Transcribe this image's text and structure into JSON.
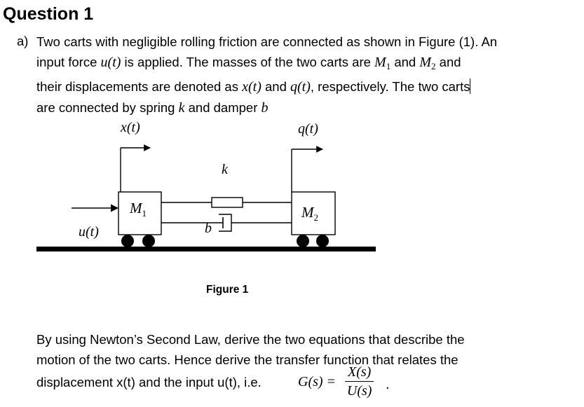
{
  "heading": "Question 1",
  "part_label": "a)",
  "para1": {
    "l1a": "Two carts with negligible rolling friction are connected as shown in Figure (1).  An",
    "l2a": "input force ",
    "l2_u": "u(t)",
    "l2b": " is applied.  The masses of the two carts are ",
    "l2_m1": "M",
    "l2_m1sub": "1",
    "l2c": " and ",
    "l2_m2": "M",
    "l2_m2sub": "2",
    "l2d": " and",
    "l3a": "their displacements are denoted as ",
    "l3_x": "x(t)",
    "l3b": " and ",
    "l3_q": "q(t)",
    "l3c": ", respectively.  The two carts",
    "l4a": "are connected by spring ",
    "l4_k": "k",
    "l4b": " and damper ",
    "l4_b": "b"
  },
  "figure": {
    "x_label": "x(t)",
    "q_label": "q(t)",
    "k_label": "k",
    "b_label": "b",
    "u_label": "u(t)",
    "m1_label": "M",
    "m1_sub": "1",
    "m2_label": "M",
    "m2_sub": "2",
    "caption": "Figure 1"
  },
  "para2": {
    "l1": "By using Newton’s Second Law, derive the two equations that describe the",
    "l2": "motion of the two carts. Hence derive the transfer function that relates the",
    "l3": "displacement x(t) and the input u(t), i.e.",
    "g_lhs": "G(s) =",
    "num": "X(s)",
    "den": "U(s)",
    "end": "."
  }
}
